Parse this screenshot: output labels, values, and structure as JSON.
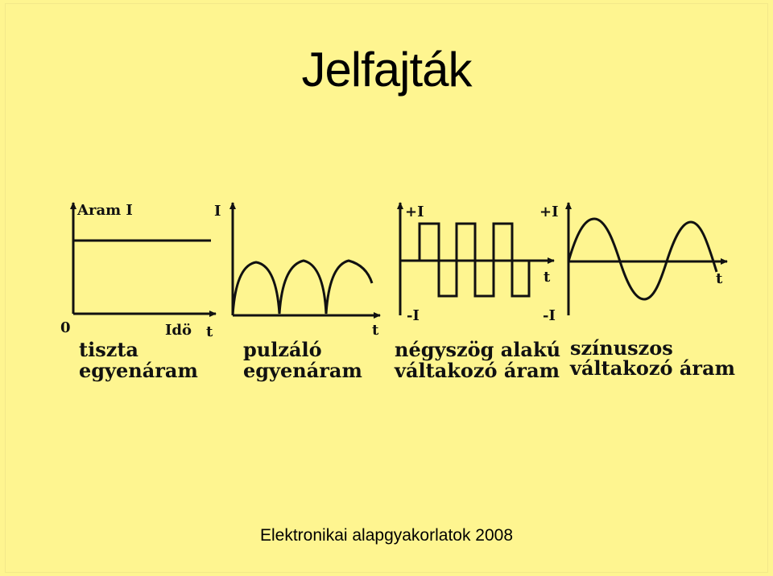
{
  "slide": {
    "title": "Jelfajták",
    "footer": "Elektronikai alapgyakorlatok 2008"
  },
  "panels": [
    {
      "axis_y": "Aram I",
      "axis_x": "Idö",
      "axis_t": "t",
      "origin": "0",
      "caption_line1": "tiszta",
      "caption_line2": "egyenáram"
    },
    {
      "axis_y": "I",
      "axis_t": "t",
      "caption_line1": "pulzáló",
      "caption_line2": "egyenáram"
    },
    {
      "axis_pos": "+I",
      "axis_neg": "-I",
      "axis_t": "t",
      "caption_line1": "négyszög alakú",
      "caption_line2": "váltakozó áram"
    },
    {
      "axis_pos": "+I",
      "axis_neg": "-I",
      "axis_t": "t",
      "caption_line1": "színuszos",
      "caption_line2": "váltakozó áram"
    }
  ],
  "colors": {
    "background": "#fef590",
    "ink": "#111111"
  }
}
